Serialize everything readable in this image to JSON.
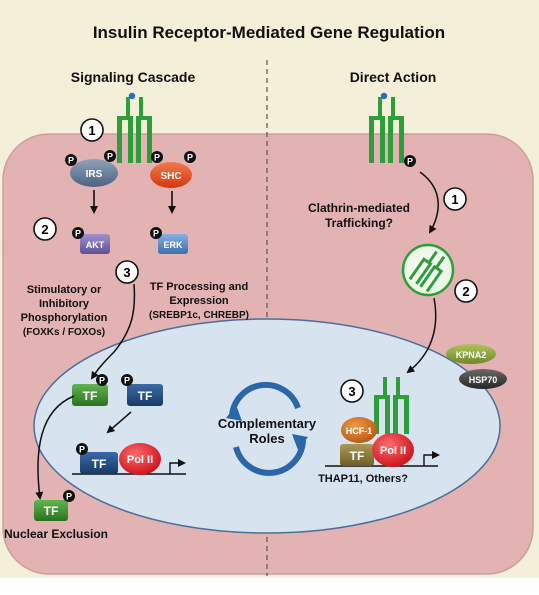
{
  "title": "Insulin Receptor-Mediated Gene Regulation",
  "panels": {
    "left": "Signaling Cascade",
    "right": "Direct Action"
  },
  "steps": {
    "left_1": "1",
    "left_2": "2",
    "left_3": "3",
    "right_1": "1",
    "right_2": "2",
    "right_3": "3"
  },
  "phospho": "P",
  "proteins": {
    "irs": "IRS",
    "shc": "SHC",
    "akt": "AKT",
    "erk": "ERK",
    "tf": "TF",
    "pol2": "Pol II",
    "hcf1": "HCF-1",
    "kpna2": "KPNA2",
    "hsp70": "HSP70"
  },
  "labels": {
    "stim_line1": "Stimulatory or",
    "stim_line2": "Inhibitory",
    "stim_line3": "Phosphorylation",
    "stim_line4": "(FOXKs / FOXOs)",
    "tf_proc_line1": "TF Processing and",
    "tf_proc_line2": "Expression",
    "tf_proc_line3": "(SREBP1c, CHREBP)",
    "clathrin_line1": "Clathrin-mediated",
    "clathrin_line2": "Trafficking?",
    "complementary_line1": "Complementary",
    "complementary_line2": "Roles",
    "nuclear_exclusion": "Nuclear Exclusion",
    "thap11": "THAP11, Others?"
  },
  "colors": {
    "outer_bg": "#f3efd9",
    "cell": "#e3b2b2",
    "cell_border": "#cf9d9d",
    "nucleus": "#d7e3ef",
    "nucleus_border": "#4a6f9a",
    "receptor": "#2e9e3a",
    "irs": "#5c7391",
    "shc": "#e2451c",
    "akt": "#7866ab",
    "erk": "#4f85c6",
    "tf_green": "#3a8f2a",
    "tf_blue": "#1e4a80",
    "tf_olive": "#8a7a32",
    "pol2": "#e3202a",
    "hcf1": "#d06e1e",
    "kpna2": "#8da43a",
    "hsp70": "#444444",
    "arrow_blue": "#2b66a8"
  }
}
